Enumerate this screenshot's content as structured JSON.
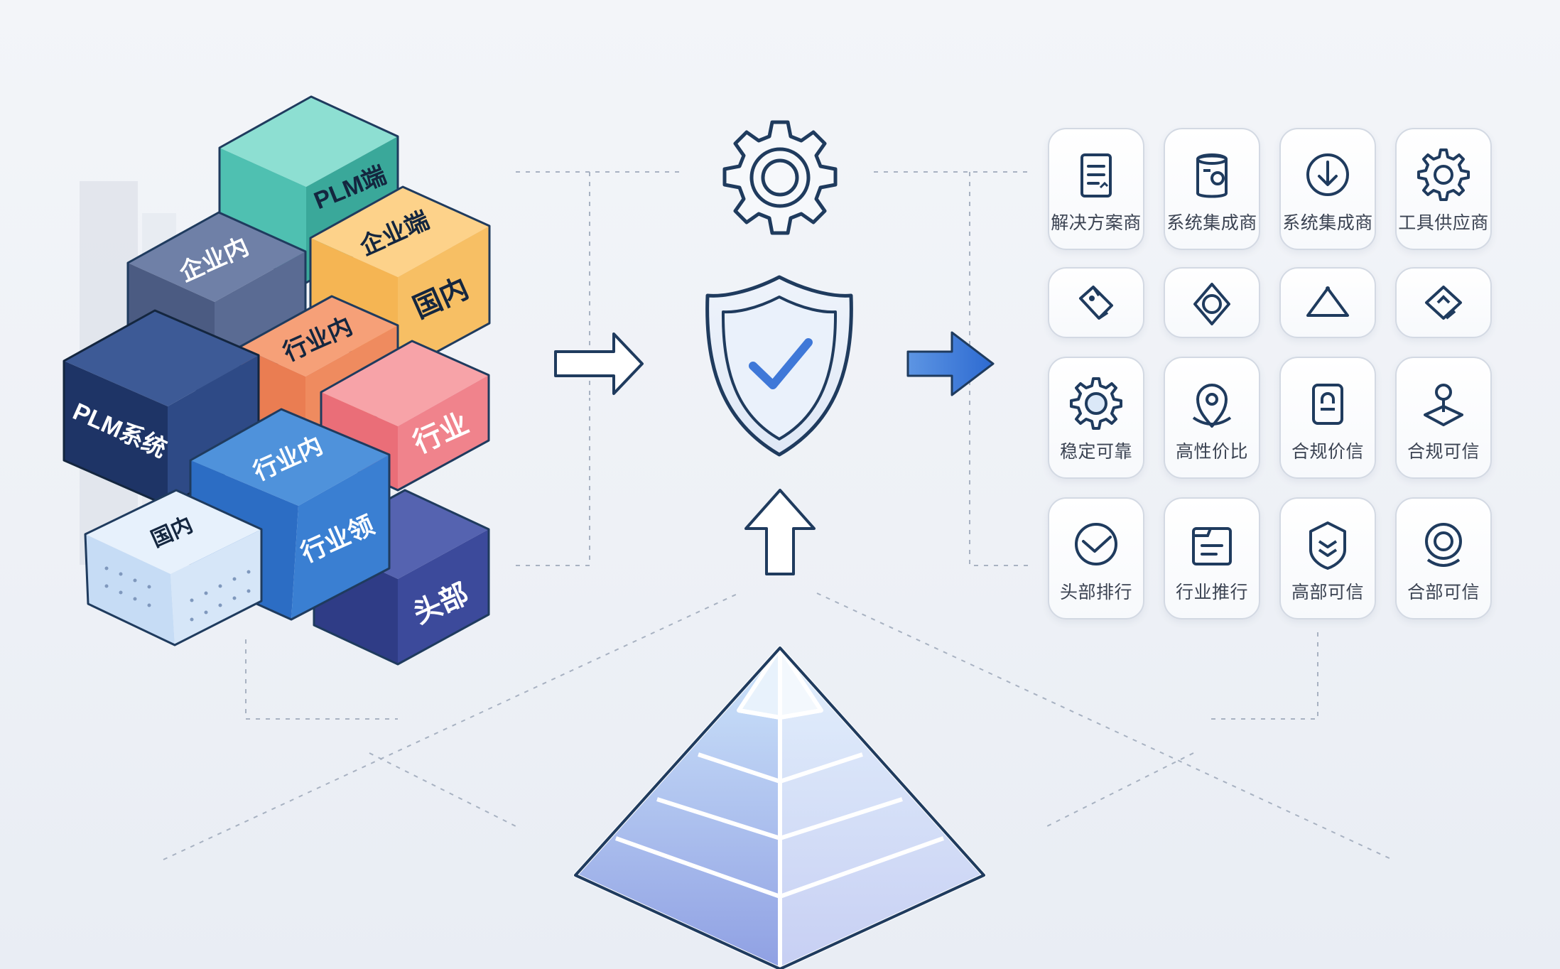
{
  "cubes": {
    "plm_end": "PLM端",
    "enterprise_end": "企业端",
    "within_enterprise": "企业内",
    "domestic": "国内",
    "within_industry": "行业内",
    "plm_system": "PLM系统",
    "industry": "行业",
    "industry_inner": "行业内",
    "industry_leading": "行业领",
    "head": "头部",
    "small_cube": "国内"
  },
  "capability_grid": {
    "row1": [
      "解决方案商",
      "系统集成商",
      "系统集成商",
      "工具供应商"
    ],
    "row2": [
      "",
      "",
      "",
      ""
    ],
    "row3": [
      "稳定可靠",
      "高性价比",
      "合规价信",
      "合规可信"
    ],
    "row4": [
      "头部排行",
      "行业推行",
      "高部可信",
      "合部可信"
    ]
  },
  "icons": {
    "central": [
      "gear-icon",
      "shield-check-icon",
      "arrow-up-icon",
      "pyramid-icon"
    ],
    "row1": [
      "document-icon",
      "server-icon",
      "download-circle-icon",
      "gear-icon"
    ],
    "row2": [
      "tag-icon",
      "target-icon",
      "hanger-icon",
      "ticket-icon"
    ],
    "row3": [
      "gear-badge-icon",
      "location-pin-icon",
      "lock-badge-icon",
      "map-pin-icon"
    ],
    "row4": [
      "checkmark-circle-icon",
      "document-list-icon",
      "shield-layers-icon",
      "user-circle-icon"
    ]
  },
  "colors": {
    "teal": "#5cc9bb",
    "orange_light": "#fbc772",
    "slate": "#5b6a8c",
    "coral": "#f28f6b",
    "navy": "#1f3a6b",
    "pink": "#f07a85",
    "blue": "#3d7fd6",
    "indigo": "#3c4a9b",
    "pale_blue": "#d9e9fb",
    "accent": "#3f78d8",
    "line": "#9aa6b8"
  }
}
